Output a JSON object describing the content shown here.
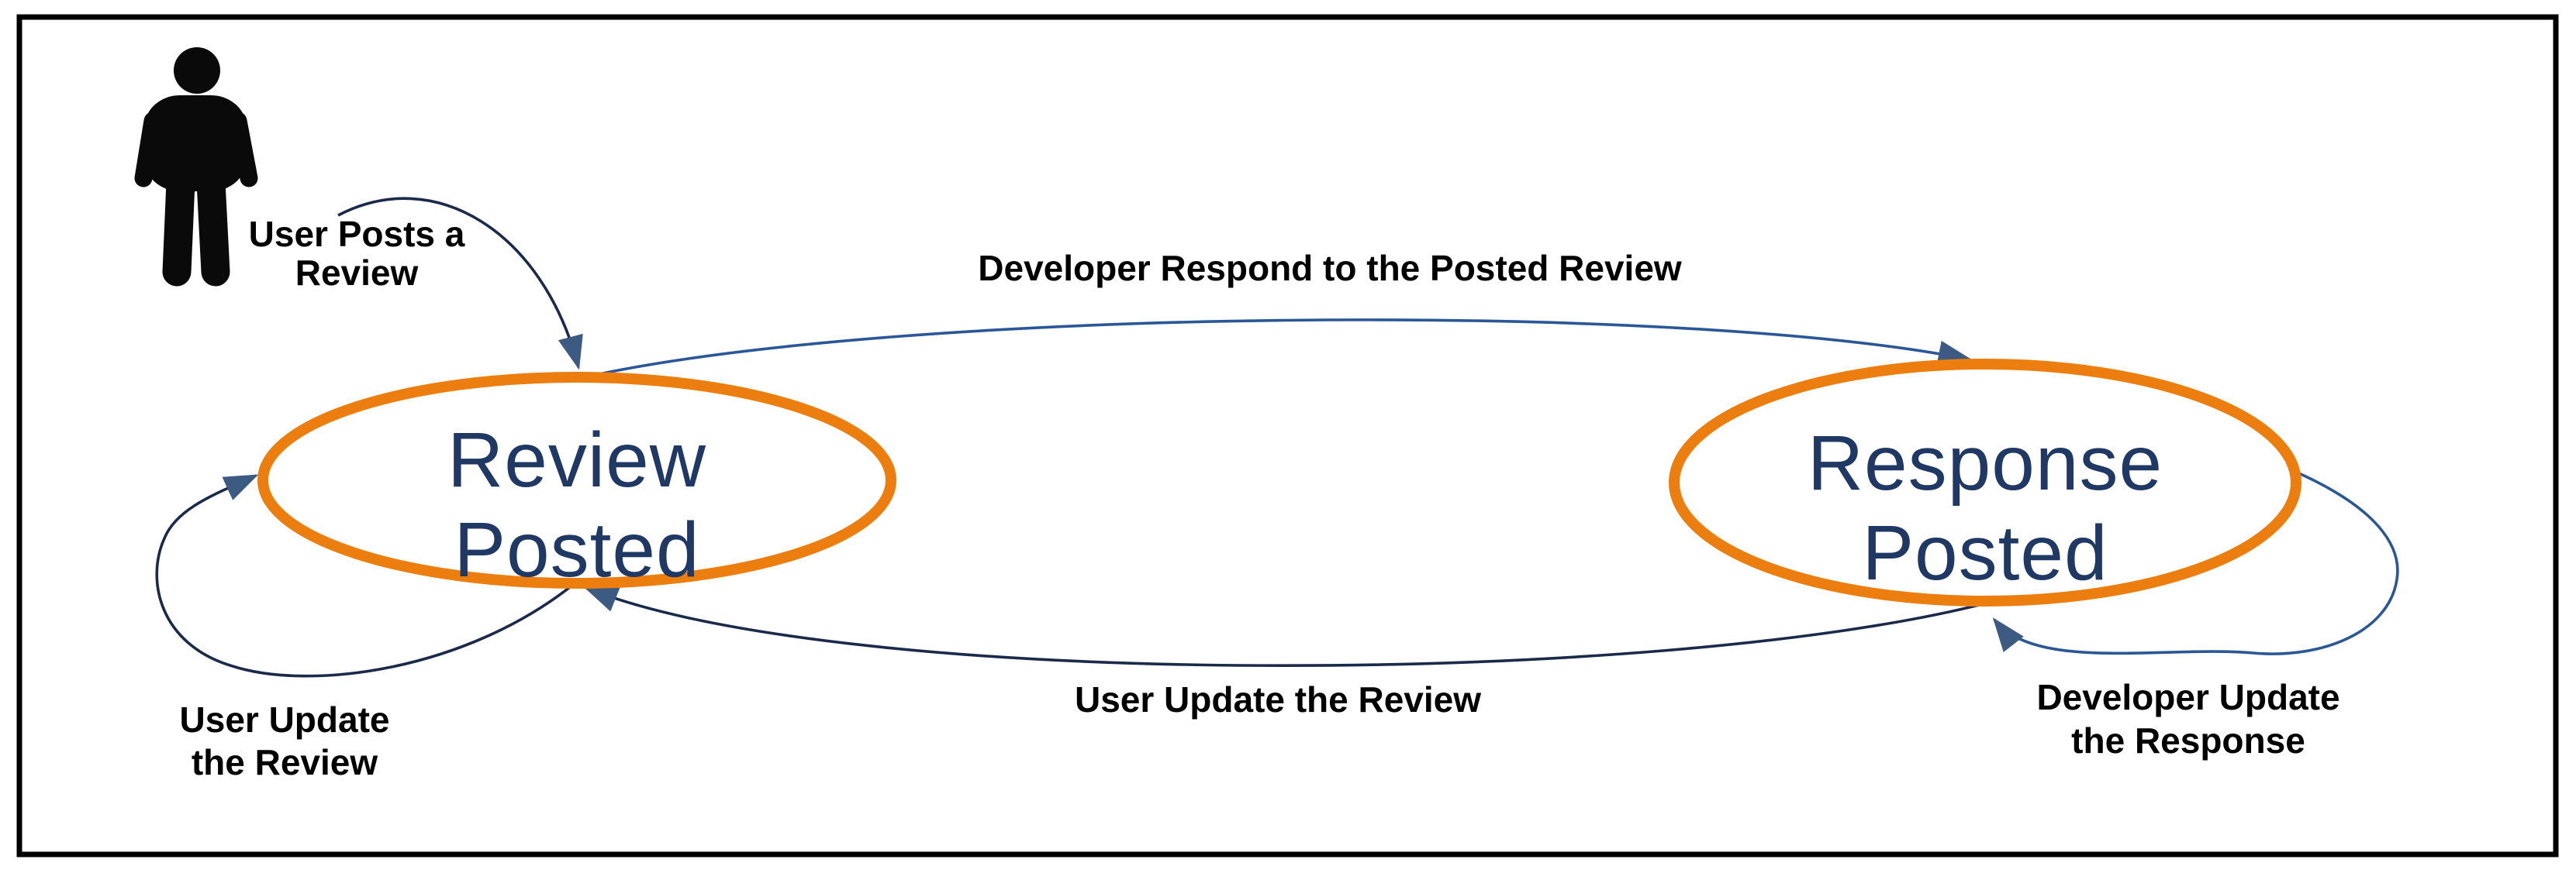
{
  "diagram": {
    "type": "state-transition-diagram",
    "actor": {
      "name": "User",
      "label_line1": "User Posts a",
      "label_line2": "Review"
    },
    "states": {
      "review": {
        "line1": "Review",
        "line2": "Posted"
      },
      "response": {
        "line1": "Response",
        "line2": "Posted"
      }
    },
    "transitions": {
      "post_review": {
        "from": "user-actor",
        "to": "Review Posted",
        "label": "User Posts a Review"
      },
      "respond": {
        "from": "Review Posted",
        "to": "Response Posted",
        "label": "Developer Respond to the Posted Review"
      },
      "update_review": {
        "from": "Response Posted",
        "to": "Review Posted",
        "label": "User Update the Review"
      },
      "update_review_self": {
        "from": "Review Posted",
        "to": "Review Posted",
        "label_line1": "User Update",
        "label_line2": "the Review"
      },
      "update_response_self": {
        "from": "Response Posted",
        "to": "Response Posted",
        "label_line1": "Developer Update",
        "label_line2": "the Response"
      }
    }
  },
  "colors": {
    "background": "#ffffff",
    "border": "#000000",
    "state_stroke": "#EC7E10",
    "state_fill": "#ffffff",
    "state_text": "#1F3864",
    "edge_dark": "#1B2A4A",
    "edge_blue": "#2B5797",
    "arrowhead": "#3C5A82",
    "label_text": "#000000",
    "actor_fill": "#0A0A0A"
  }
}
